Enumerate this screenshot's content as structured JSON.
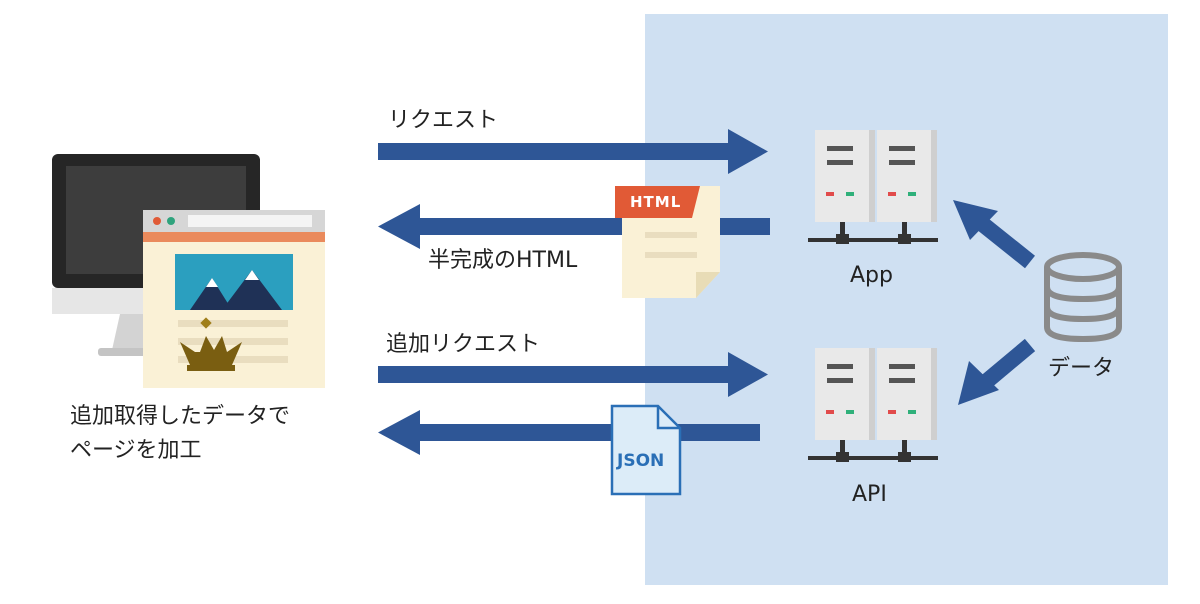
{
  "labels": {
    "request": "リクエスト",
    "partial_html": "半完成のHTML",
    "additional_request": "追加リクエスト",
    "client_caption_line1": "追加取得したデータで",
    "client_caption_line2": "ページを加工",
    "app_server": "App",
    "api_server": "API",
    "database": "データ"
  },
  "badges": {
    "html": "HTML",
    "json": "JSON"
  },
  "colors": {
    "server_zone": "#cfe0f2",
    "arrow": "#2e5696",
    "html_badge": "#e15a36",
    "json_doc": "#dcecf8",
    "doc_paper": "#faf1d6",
    "db_gray": "#8a8a8a"
  }
}
